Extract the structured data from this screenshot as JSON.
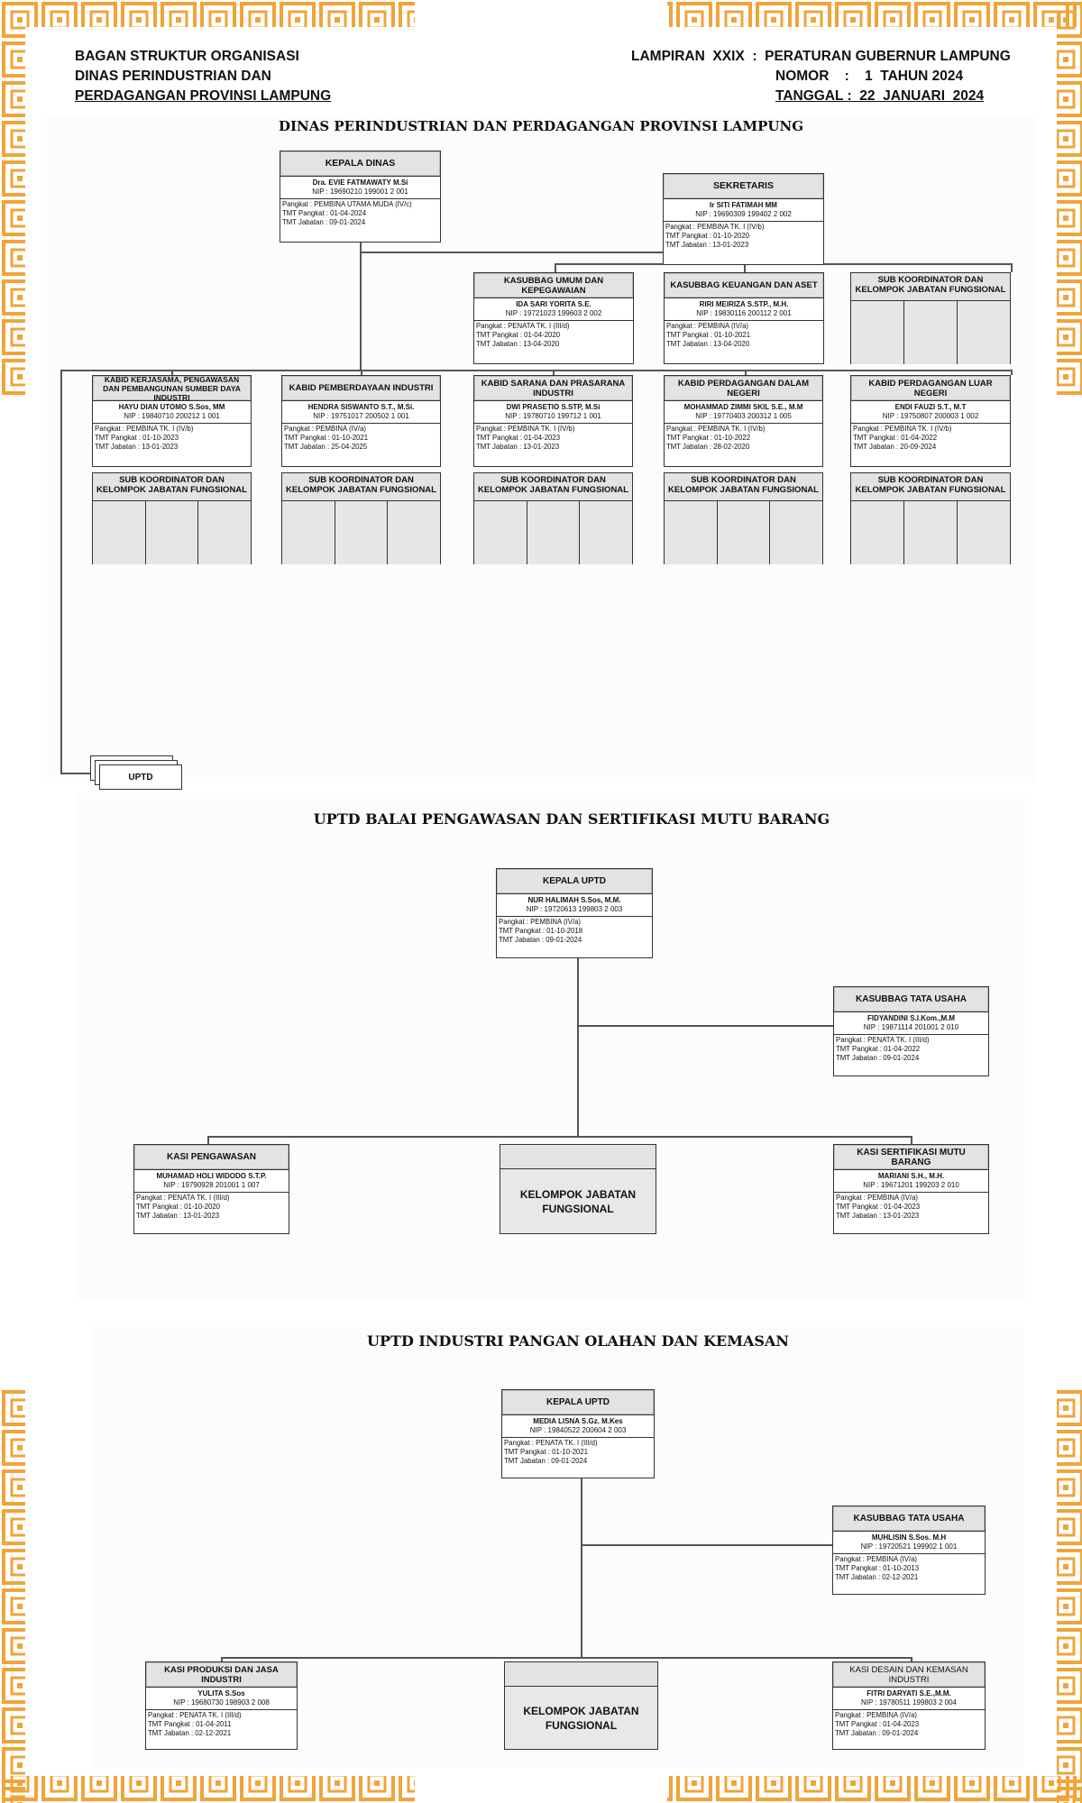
{
  "header": {
    "left": [
      "BAGAN STRUKTUR ORGANISASI",
      "DINAS PERINDUSTRIAN DAN",
      "PERDAGANGAN PROVINSI LAMPUNG"
    ],
    "right": {
      "line1": "LAMPIRAN  XXIX  :  PERATURAN GUBERNUR LAMPUNG",
      "line2": "NOMOR    :    1  TAHUN 2024",
      "line3": "TANGGAL :  22  JANUARI  2024"
    }
  },
  "dinas": {
    "title": "DINAS PERINDUSTRIAN DAN PERDAGANGAN PROVINSI LAMPUNG",
    "kepala": {
      "head": "KEPALA DINAS",
      "name": "Dra. EVIE FATMAWATY M.Si",
      "nip": "NIP : 19690210 199001 2 001",
      "pangkat": "Pangkat : PEMBINA UTAMA MUDA (IV/c)",
      "tmt_pangkat": "TMT Pangkat : 01-04-2024",
      "tmt_jabatan": "TMT Jabatan : 09-01-2024"
    },
    "sekretaris": {
      "head": "SEKRETARIS",
      "name": "Ir SITI FATIMAH MM",
      "nip": "NIP : 19690309 199402 2 002",
      "pangkat": "Pangkat : PEMBINA TK. I (IV/b)",
      "tmt_pangkat": "TMT Pangkat : 01-10-2020",
      "tmt_jabatan": "TMT Jabatan : 13-01-2023"
    },
    "kasubbag_umum": {
      "head": "KASUBBAG UMUM DAN KEPEGAWAIAN",
      "name": "IDA SARI YORITA S.E.",
      "nip": "NIP : 19721023 199603 2 002",
      "pangkat": "Pangkat : PENATA TK. I (III/d)",
      "tmt_pangkat": "TMT Pangkat : 01-04-2020",
      "tmt_jabatan": "TMT Jabatan : 13-04-2020"
    },
    "kasubbag_keu": {
      "head": "KASUBBAG KEUANGAN DAN ASET",
      "name": "RIRI MEIRIZA S.STP., M.H.",
      "nip": "NIP : 19830116 200112 2 001",
      "pangkat": "Pangkat : PEMBINA (IV/a)",
      "tmt_pangkat": "TMT Pangkat : 01-10-2021",
      "tmt_jabatan": "TMT Jabatan : 13-04-2020"
    },
    "subkoor_label": "SUB KOORDINATOR DAN KELOMPOK JABATAN FUNGSIONAL",
    "kabid1": {
      "head": "KABID KERJASAMA, PENGAWASAN DAN PEMBANGUNAN SUMBER DAYA INDUSTRI",
      "name": "HAYU DIAN UTOMO S.Sos, MM",
      "nip": "NIP : 19840710 200212 1 001",
      "pangkat": "Pangkat : PEMBINA TK. I (IV/b)",
      "tmt_pangkat": "TMT Pangkat : 01-10-2023",
      "tmt_jabatan": "TMT Jabatan : 13-01-2023"
    },
    "kabid2": {
      "head": "KABID PEMBERDAYAAN INDUSTRI",
      "name": "HENDRA SISWANTO S.T., M.Si.",
      "nip": "NIP : 19751017 200502 1 001",
      "pangkat": "Pangkat : PEMBINA (IV/a)",
      "tmt_pangkat": "TMT Pangkat : 01-10-2021",
      "tmt_jabatan": "TMT Jabatan : 25-04-2025"
    },
    "kabid3": {
      "head": "KABID SARANA DAN PRASARANA INDUSTRI",
      "name": "DWI PRASETIO S.STP, M.Si",
      "nip": "NIP : 19780710 199712 1 001",
      "pangkat": "Pangkat : PEMBINA TK. I (IV/b)",
      "tmt_pangkat": "TMT Pangkat : 01-04-2023",
      "tmt_jabatan": "TMT Jabatan : 13-01-2023"
    },
    "kabid4": {
      "head": "KABID PERDAGANGAN DALAM NEGERI",
      "name": "MOHAMMAD ZIMMI SKIL S.E., M.M",
      "nip": "NIP : 19770403 200312 1 005",
      "pangkat": "Pangkat : PEMBINA TK. I (IV/b)",
      "tmt_pangkat": "TMT Pangkat : 01-10-2022",
      "tmt_jabatan": "TMT Jabatan : 28-02-2020"
    },
    "kabid5": {
      "head": "KABID PERDAGANGAN LUAR NEGERI",
      "name": "ENDI FAUZI S.T., M.T",
      "nip": "NIP : 19750807 200003 1 002",
      "pangkat": "Pangkat : PEMBINA TK. I (IV/b)",
      "tmt_pangkat": "TMT Pangkat : 01-04-2022",
      "tmt_jabatan": "TMT Jabatan : 20-09-2024"
    },
    "uptd_label": "UPTD"
  },
  "uptd1": {
    "title": "UPTD BALAI PENGAWASAN DAN SERTIFIKASI MUTU BARANG",
    "kepala": {
      "head": "KEPALA UPTD",
      "name": "NUR HALIMAH S.Sos, M.M.",
      "nip": "NIP : 19720613 199803 2 003",
      "pangkat": "Pangkat : PEMBINA (IV/a)",
      "tmt_pangkat": "TMT Pangkat : 01-10-2018",
      "tmt_jabatan": "TMT Jabatan : 09-01-2024"
    },
    "tu": {
      "head": "KASUBBAG TATA USAHA",
      "name": "FIDYANDINI S.I.Kom.,M.M",
      "nip": "NIP : 19871114 201001 2 010",
      "pangkat": "Pangkat : PENATA TK. I (III/d)",
      "tmt_pangkat": "TMT Pangkat : 01-04-2022",
      "tmt_jabatan": "TMT Jabatan : 09-01-2024"
    },
    "kasi1": {
      "head": "KASI PENGAWASAN",
      "name": "MUHAMAD HOLI WIDODO S.T.P.",
      "nip": "NIP : 19790928 201001 1 007",
      "pangkat": "Pangkat : PENATA TK. I (III/d)",
      "tmt_pangkat": "TMT Pangkat : 01-10-2020",
      "tmt_jabatan": "TMT Jabatan : 13-01-2023"
    },
    "kjf": "KELOMPOK JABATAN FUNGSIONAL",
    "kasi2": {
      "head": "KASI SERTIFIKASI MUTU BARANG",
      "name": "MARIANI S.H., M.H.",
      "nip": "NIP : 19671201 199203 2 010",
      "pangkat": "Pangkat : PEMBINA (IV/a)",
      "tmt_pangkat": "TMT Pangkat : 01-04-2023",
      "tmt_jabatan": "TMT Jabatan : 13-01-2023"
    }
  },
  "uptd2": {
    "title": "UPTD INDUSTRI PANGAN OLAHAN DAN KEMASAN",
    "kepala": {
      "head": "KEPALA UPTD",
      "name": "MEDIA LISNA S.Gz. M.Kes",
      "nip": "NIP : 19840522 200604 2 003",
      "pangkat": "Pangkat : PENATA TK. I (III/d)",
      "tmt_pangkat": "TMT Pangkat : 01-10-2021",
      "tmt_jabatan": "TMT Jabatan : 09-01-2024"
    },
    "tu": {
      "head": "KASUBBAG TATA USAHA",
      "name": "MUHLISIN S.Sos. M.H",
      "nip": "NIP : 19720521 199902 1 001",
      "pangkat": "Pangkat : PEMBINA (IV/a)",
      "tmt_pangkat": "TMT Pangkat : 01-10-2013",
      "tmt_jabatan": "TMT Jabatan : 02-12-2021"
    },
    "kasi1": {
      "head": "KASI PRODUKSI DAN JASA INDUSTRI",
      "name": "YULITA S.Sos",
      "nip": "NIP : 19680730 198903 2 008",
      "pangkat": "Pangkat : PENATA TK. I (III/d)",
      "tmt_pangkat": "TMT Pangkat : 01-04-2011",
      "tmt_jabatan": "TMT Jabatan : 02-12-2021"
    },
    "kjf": "KELOMPOK JABATAN FUNGSIONAL",
    "kasi2": {
      "head": "KASI DESAIN DAN KEMASAN INDUSTRI",
      "name": "FITRI DARYATI S.E.,M.M.",
      "nip": "NIP : 19780511 199803 2 004",
      "pangkat": "Pangkat : PEMBINA (IV/a)",
      "tmt_pangkat": "TMT Pangkat : 01-04-2023",
      "tmt_jabatan": "TMT Jabatan : 09-01-2024"
    }
  },
  "colors": {
    "frame": "#f0a43a",
    "box_header": "#e3e3e3",
    "line": "#555555"
  }
}
